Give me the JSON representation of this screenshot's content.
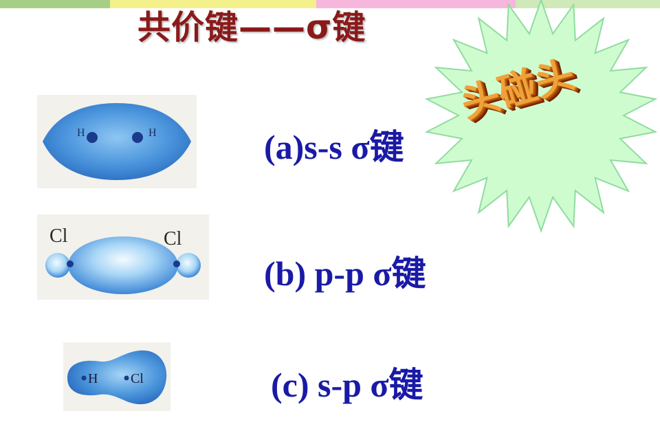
{
  "slide": {
    "title": "共价键——σ键",
    "callout": "头碰头",
    "colors": {
      "title": "#8a1a1a",
      "label": "#1a1aa6",
      "burst_fill": "#cffccf",
      "burst_stroke": "#8fdc9f",
      "callout_text": "#f0a23a"
    }
  },
  "items": [
    {
      "label": "(a)s-s σ键",
      "figure": {
        "atom_left": "H",
        "atom_right": "H"
      }
    },
    {
      "label": "(b) p-p σ键",
      "figure": {
        "atom_left": "Cl",
        "atom_right": "Cl"
      }
    },
    {
      "label": "(c) s-p σ键",
      "figure": {
        "atom_left": "H",
        "atom_right": "Cl"
      }
    }
  ]
}
